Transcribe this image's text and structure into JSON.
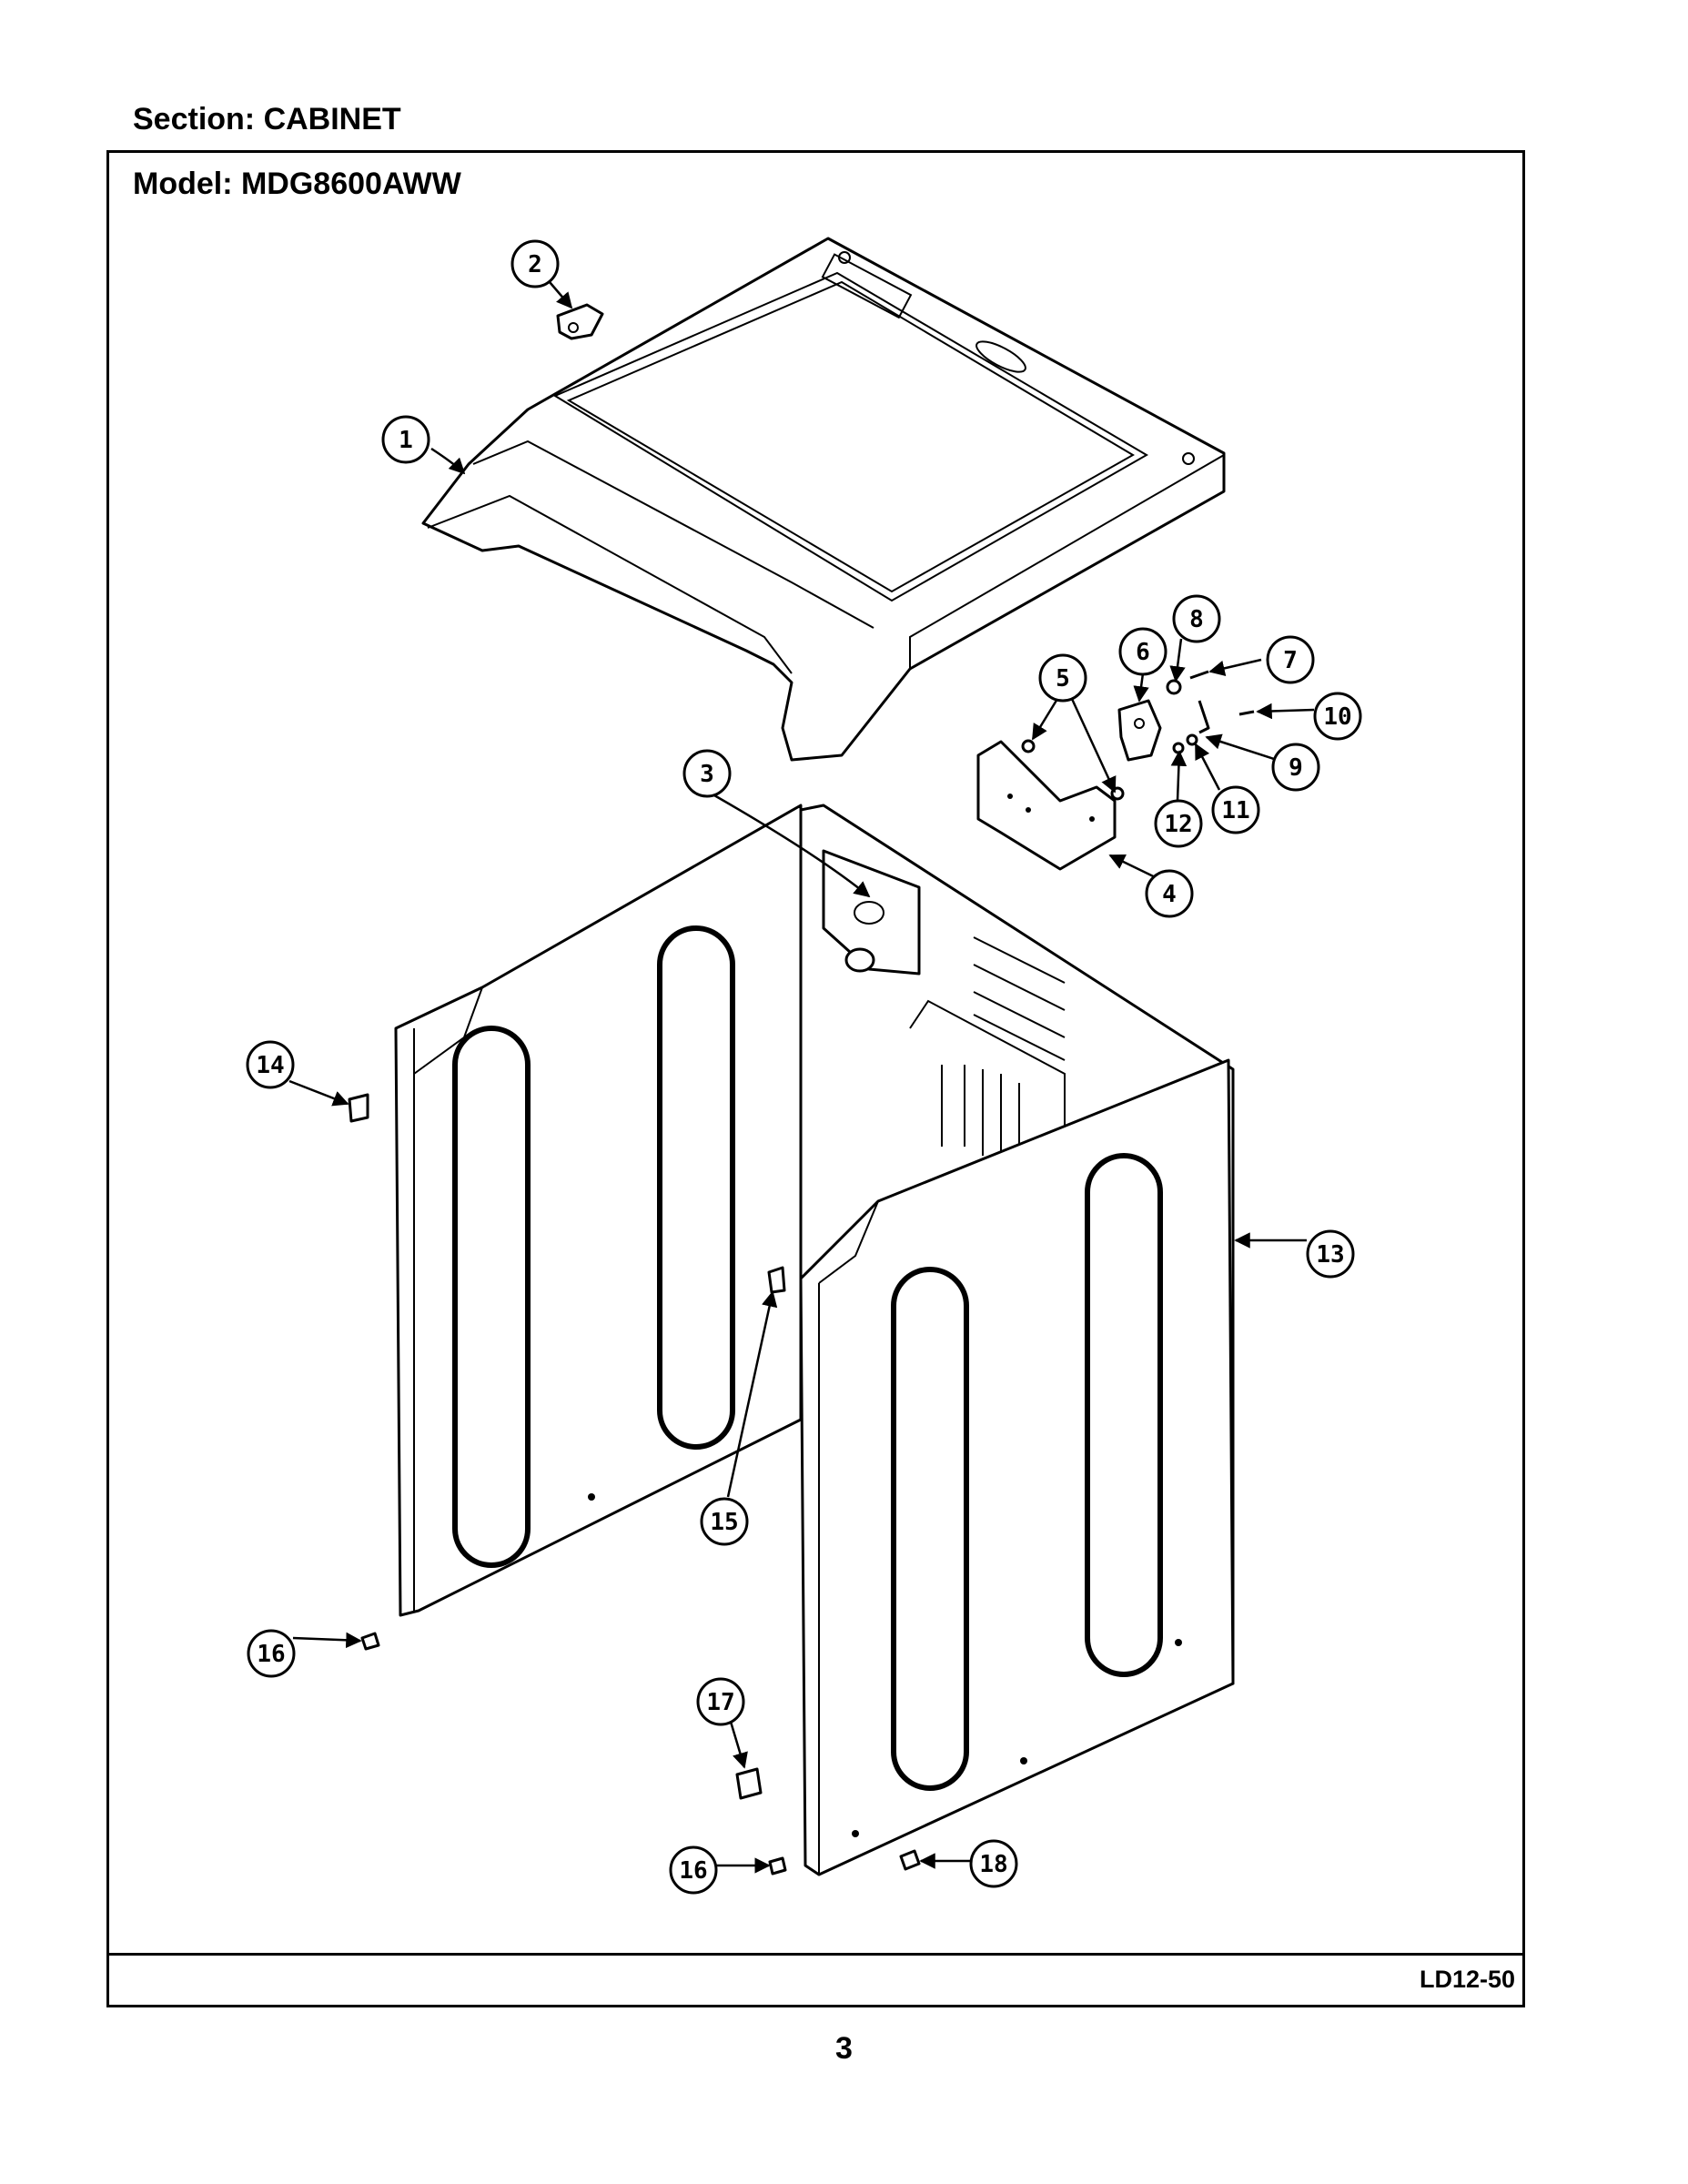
{
  "header": {
    "section_label": "Section:  CABINET",
    "model_label": "Model:  MDG8600AWW"
  },
  "footer": {
    "diagram_code": "LD12-50",
    "page_number": "3"
  },
  "callouts": [
    "1",
    "2",
    "3",
    "4",
    "5",
    "6",
    "7",
    "8",
    "9",
    "10",
    "11",
    "12",
    "13",
    "14",
    "15",
    "16",
    "16",
    "17",
    "18"
  ]
}
